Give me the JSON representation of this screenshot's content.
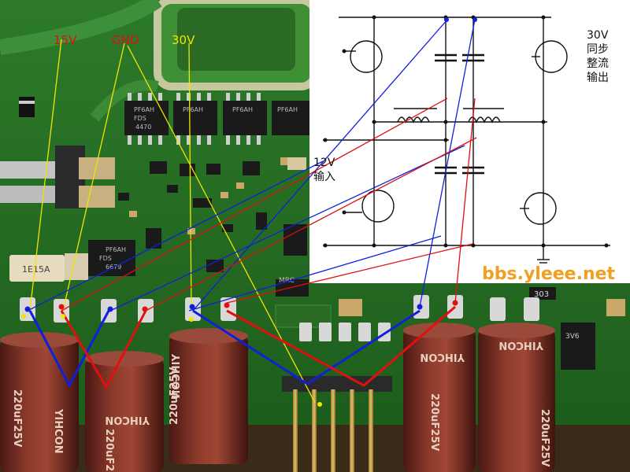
{
  "labels": {
    "v15": "15V",
    "gnd": "GND",
    "v30": "30V",
    "input_12v": "12V",
    "input_word": "输入",
    "output_30v": "30V",
    "output_line1": "同步",
    "output_line2": "整流",
    "output_line3": "输出"
  },
  "watermark": "bbs.yleee.net",
  "chips": {
    "fuse": "1E15A",
    "mosfet1": "PF6AH",
    "mosfet1_sub": "FDS",
    "mosfet1_code": "4470",
    "mosfet2": "PF6AH",
    "mosfet3": "PF6AH",
    "mosfet4": "PF6AH",
    "mosfet_left": "PF6AH",
    "mosfet_left_sub": "FDS",
    "mosfet_left_code": "6679",
    "ic_small": "MRC",
    "chip_303": "303",
    "chip_3v6": "3V6"
  },
  "capacitors": {
    "brand": "YIHCON",
    "rating": "220uF25V"
  },
  "colors": {
    "yellow_wire": "#f2e400",
    "red_wire": "#e01010",
    "blue_wire": "#1020d8",
    "pcb_green": "#1f6a1e",
    "cap_brown": "#7a2e22",
    "watermark": "#f0a020"
  }
}
